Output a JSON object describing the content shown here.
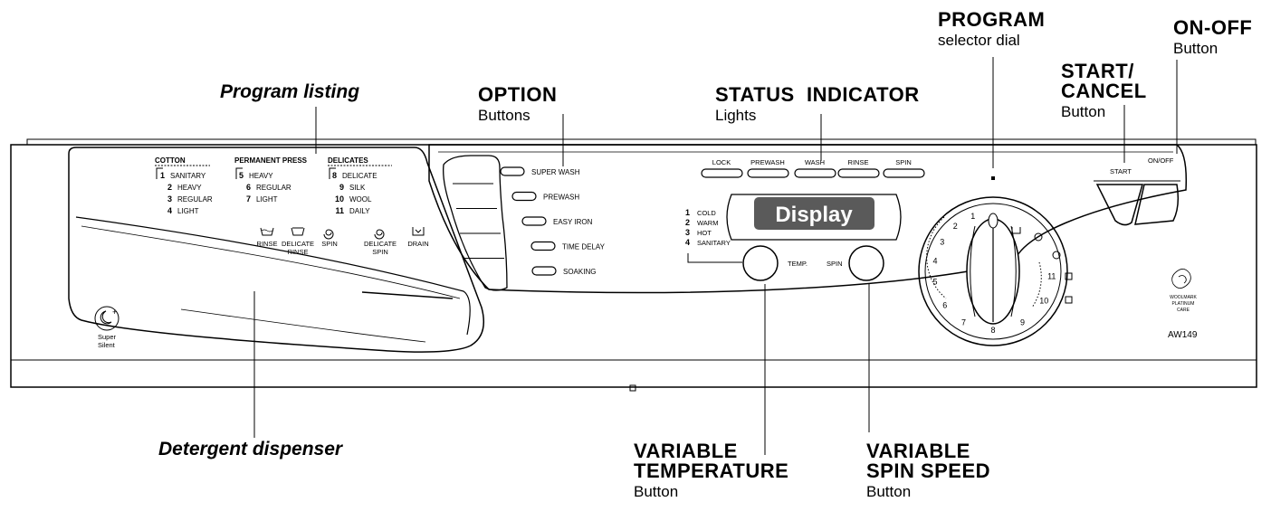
{
  "callouts": {
    "program_listing": "Program listing",
    "option": {
      "title": "OPTION",
      "sub": "Buttons"
    },
    "status": {
      "title": "STATUS  INDICATOR",
      "sub": "Lights"
    },
    "program": {
      "title": "PROGRAM",
      "sub": "selector dial"
    },
    "start_cancel": {
      "title1": "START/",
      "title2": "CANCEL",
      "sub": "Button"
    },
    "on_off": {
      "title": "ON-OFF",
      "sub": "Button"
    },
    "detergent": "Detergent dispenser",
    "var_temp": {
      "title1": "VARIABLE",
      "title2": "TEMPERATURE",
      "sub": "Button"
    },
    "var_spin": {
      "title1": "VARIABLE",
      "title2": "SPIN SPEED",
      "sub": "Button"
    }
  },
  "program_list": {
    "cotton": {
      "heading": "COTTON",
      "items": [
        {
          "num": "1",
          "label": "SANITARY"
        },
        {
          "num": "2",
          "label": "HEAVY"
        },
        {
          "num": "3",
          "label": "REGULAR"
        },
        {
          "num": "4",
          "label": "LIGHT"
        }
      ]
    },
    "permanent_press": {
      "heading": "PERMANENT PRESS",
      "items": [
        {
          "num": "5",
          "label": "HEAVY"
        },
        {
          "num": "6",
          "label": "REGULAR"
        },
        {
          "num": "7",
          "label": "LIGHT"
        }
      ]
    },
    "delicates": {
      "heading": "DELICATES",
      "items": [
        {
          "num": "8",
          "label": "DELICATE"
        },
        {
          "num": "9",
          "label": "SILK"
        },
        {
          "num": "10",
          "label": "WOOL"
        },
        {
          "num": "11",
          "label": "DAILY"
        }
      ]
    }
  },
  "cycle_icons": [
    {
      "label1": "RINSE",
      "label2": "",
      "icon": "rinse-icon"
    },
    {
      "label1": "DELICATE",
      "label2": "RINSE",
      "icon": "delicate-rinse-icon"
    },
    {
      "label1": "SPIN",
      "label2": "",
      "icon": "spin-icon"
    },
    {
      "label1": "DELICATE",
      "label2": "SPIN",
      "icon": "delicate-spin-icon"
    },
    {
      "label1": "DRAIN",
      "label2": "",
      "icon": "drain-icon"
    }
  ],
  "options": [
    "SUPER WASH",
    "PREWASH",
    "EASY IRON",
    "TIME DELAY",
    "SOAKING"
  ],
  "status_lights": [
    "LOCK",
    "PREWASH",
    "WASH",
    "RINSE",
    "SPIN"
  ],
  "display_label": "Display",
  "temperatures": [
    {
      "num": "1",
      "label": "COLD"
    },
    {
      "num": "2",
      "label": "WARM"
    },
    {
      "num": "3",
      "label": "HOT"
    },
    {
      "num": "4",
      "label": "SANITARY"
    }
  ],
  "temp_button_label": "TEMP.",
  "spin_button_label": "SPIN",
  "start_label": "START",
  "onoff_label": "ON/OFF",
  "dial_numbers": [
    "1",
    "2",
    "3",
    "4",
    "5",
    "6",
    "7",
    "8",
    "9",
    "10",
    "11"
  ],
  "super_silent": {
    "line1": "Super",
    "line2": "Silent"
  },
  "woolmark": {
    "line1": "WOOLMARK",
    "line2": "PLATINUM",
    "line3": "CARE"
  },
  "model": "AW149"
}
